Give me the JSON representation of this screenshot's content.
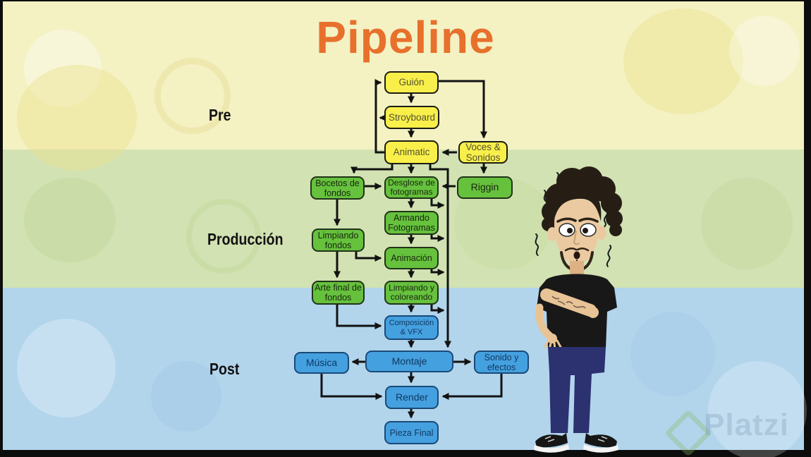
{
  "slide": {
    "title": "Pipeline",
    "title_color": "#e7702c",
    "frame_color": "#0d0d0d"
  },
  "sections": [
    {
      "id": "pre",
      "label": "Pre",
      "band_color": "#f4f1c3",
      "box_fill": "#f8ef4b",
      "box_border": "#1c1c14"
    },
    {
      "id": "produccion",
      "label": "Producción",
      "band_color": "#d2e2b3",
      "box_fill": "#66c13d",
      "box_border": "#213418"
    },
    {
      "id": "post",
      "label": "Post",
      "band_color": "#b2d5ec",
      "box_fill": "#45a0df",
      "box_border": "#1a4a78"
    }
  ],
  "diagram": {
    "nodes": [
      {
        "id": "guion",
        "label": "Guión",
        "phase": "pre"
      },
      {
        "id": "stroyboard",
        "label": "Stroyboard",
        "phase": "pre"
      },
      {
        "id": "animatic",
        "label": "Animatic",
        "phase": "pre"
      },
      {
        "id": "voces-sonidos",
        "label": "Voces & Sonidos",
        "phase": "pre"
      },
      {
        "id": "bocetos-fondos",
        "label": "Bocetos de fondos",
        "phase": "produccion"
      },
      {
        "id": "desglose-fotogramas",
        "label": "Desglose de fotogramas",
        "phase": "produccion"
      },
      {
        "id": "riggin",
        "label": "Riggin",
        "phase": "produccion"
      },
      {
        "id": "armando-fotogramas",
        "label": "Armando Fotogramas",
        "phase": "produccion"
      },
      {
        "id": "limpiando-fondos",
        "label": "Limpiando fondos",
        "phase": "produccion"
      },
      {
        "id": "animacion",
        "label": "Animación",
        "phase": "produccion"
      },
      {
        "id": "arte-final-fondos",
        "label": "Arte final de fondos",
        "phase": "produccion"
      },
      {
        "id": "limpiando-coloreando",
        "label": "Limpiando y coloreando",
        "phase": "produccion"
      },
      {
        "id": "composicion-vfx",
        "label": "Composición & VFX",
        "phase": "post"
      },
      {
        "id": "musica",
        "label": "Música",
        "phase": "post"
      },
      {
        "id": "montaje",
        "label": "Montaje",
        "phase": "post"
      },
      {
        "id": "sonido-efectos",
        "label": "Sonido y efectos",
        "phase": "post"
      },
      {
        "id": "render",
        "label": "Render",
        "phase": "post"
      },
      {
        "id": "pieza-final",
        "label": "Pieza Final",
        "phase": "post"
      }
    ],
    "edges": [
      {
        "from": "guion",
        "to": "stroyboard"
      },
      {
        "from": "stroyboard",
        "to": "animatic"
      },
      {
        "from": "guion",
        "to": "voces-sonidos"
      },
      {
        "from": "voces-sonidos",
        "to": "animatic"
      },
      {
        "from": "voces-sonidos",
        "to": "riggin"
      },
      {
        "from": "riggin",
        "to": "desglose-fotogramas"
      },
      {
        "from": "animatic",
        "to": "guion",
        "note": "feedback loop"
      },
      {
        "from": "stroyboard",
        "to": "guion",
        "note": "feedback loop"
      },
      {
        "from": "animatic",
        "to": "bocetos-fondos"
      },
      {
        "from": "animatic",
        "to": "desglose-fotogramas"
      },
      {
        "from": "animatic",
        "to": "montaje",
        "note": "side bypass line"
      },
      {
        "from": "bocetos-fondos",
        "to": "desglose-fotogramas"
      },
      {
        "from": "bocetos-fondos",
        "to": "limpiando-fondos"
      },
      {
        "from": "limpiando-fondos",
        "to": "animacion"
      },
      {
        "from": "limpiando-fondos",
        "to": "arte-final-fondos"
      },
      {
        "from": "arte-final-fondos",
        "to": "composicion-vfx"
      },
      {
        "from": "desglose-fotogramas",
        "to": "armando-fotogramas"
      },
      {
        "from": "armando-fotogramas",
        "to": "animacion"
      },
      {
        "from": "animacion",
        "to": "limpiando-coloreando"
      },
      {
        "from": "limpiando-coloreando",
        "to": "composicion-vfx"
      },
      {
        "from": "desglose-fotogramas",
        "to": "montaje",
        "note": "side bypass line"
      },
      {
        "from": "armando-fotogramas",
        "to": "montaje",
        "note": "side bypass line"
      },
      {
        "from": "animacion",
        "to": "montaje",
        "note": "side bypass line"
      },
      {
        "from": "limpiando-coloreando",
        "to": "montaje",
        "note": "side bypass line"
      },
      {
        "from": "composicion-vfx",
        "to": "montaje"
      },
      {
        "from": "montaje",
        "to": "musica"
      },
      {
        "from": "montaje",
        "to": "sonido-efectos"
      },
      {
        "from": "montaje",
        "to": "render"
      },
      {
        "from": "musica",
        "to": "render"
      },
      {
        "from": "sonido-efectos",
        "to": "render"
      },
      {
        "from": "render",
        "to": "pieza-final"
      }
    ]
  },
  "watermark": {
    "brand": "Platzi"
  }
}
